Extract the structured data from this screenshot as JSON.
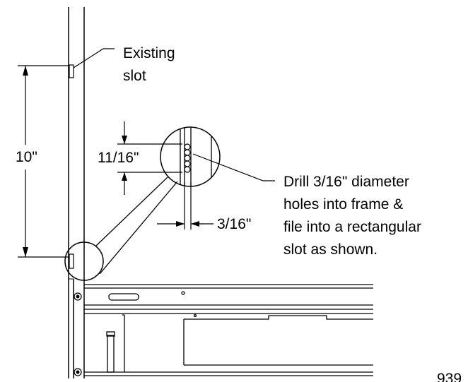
{
  "diagram": {
    "callouts": {
      "existing_slot": [
        "Existing",
        "slot"
      ],
      "drill_note": [
        "Drill 3/16\" diameter",
        "holes into frame &",
        "file into a rectangular",
        "slot as shown."
      ]
    },
    "dimensions": {
      "slot_spacing": "10\"",
      "slot_length": "11/16\"",
      "slot_width": "3/16\""
    },
    "figure_number": "939"
  }
}
